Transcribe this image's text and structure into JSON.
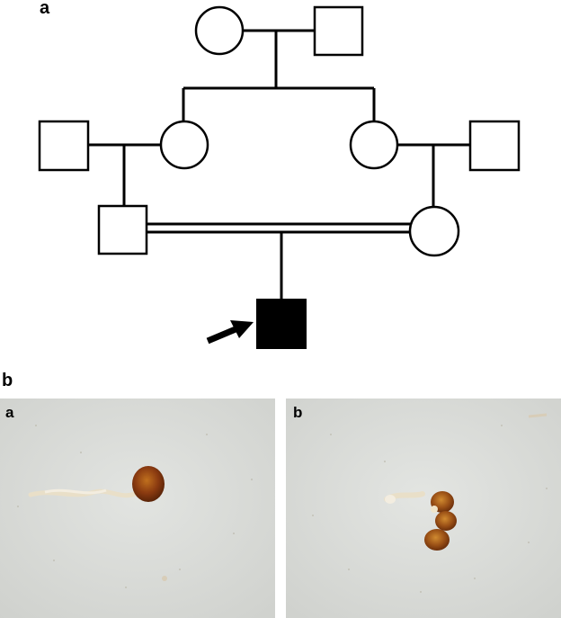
{
  "panel_a": {
    "label": "a"
  },
  "panel_b": {
    "label": "b",
    "photos": [
      {
        "label": "a"
      },
      {
        "label": "b"
      }
    ]
  },
  "pedigree": {
    "individuals": [
      {
        "id": "gen1-female",
        "sex": "female",
        "affected": false
      },
      {
        "id": "gen1-male",
        "sex": "male",
        "affected": false
      },
      {
        "id": "gen2-male-left",
        "sex": "male",
        "affected": false
      },
      {
        "id": "gen2-female-left",
        "sex": "female",
        "affected": false
      },
      {
        "id": "gen2-female-right",
        "sex": "female",
        "affected": false
      },
      {
        "id": "gen2-male-right",
        "sex": "male",
        "affected": false
      },
      {
        "id": "gen3-male",
        "sex": "male",
        "affected": false
      },
      {
        "id": "gen3-female",
        "sex": "female",
        "affected": false
      },
      {
        "id": "proband",
        "sex": "male",
        "affected": true,
        "proband": true
      }
    ],
    "consanguineous_union": [
      "gen3-male",
      "gen3-female"
    ]
  },
  "colors": {
    "line": "#000000",
    "affected_fill": "#000000",
    "unaffected_fill": "#ffffff",
    "photo_bg": "#dcdedb",
    "specimen_brown": "#9a4a14",
    "specimen_thread": "#e8dcc4"
  }
}
